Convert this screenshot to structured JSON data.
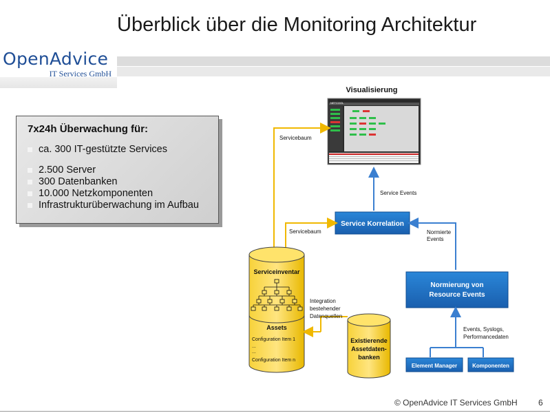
{
  "title": "Überblick über die Monitoring Architektur",
  "logo": {
    "main": "OpenAdvice",
    "sub": "IT Services GmbH"
  },
  "summary": {
    "heading": "7x24h Überwachung für:",
    "items": [
      "ca. 300 IT-gestützte Services",
      "2.500 Server",
      "300 Datenbanken",
      "10.000 Netzkomponenten",
      "Infrastrukturüberwachung im Aufbau"
    ]
  },
  "diagram": {
    "visualisierung": "Visualisierung",
    "screen_brand": "NETCOOL",
    "servicebaum_top": "Servicebaum",
    "service_events": "Service Events",
    "service_korrelation": "Service Korrelation",
    "servicebaum_mid": "Servicebaum",
    "normierte_events": [
      "Normierte",
      "Events"
    ],
    "normierung": [
      "Normierung von",
      "Resource Events"
    ],
    "events_label": [
      "Events, Syslogs,",
      "Performancedaten"
    ],
    "element_manager": "Element Manager",
    "komponenten": "Komponenten",
    "serviceinventar": "Serviceinventar",
    "assets": "Assets",
    "config_items": [
      "Configuration Item 1",
      "...",
      "...",
      "Configuration Item n"
    ],
    "integration": [
      "Integration",
      "bestehender",
      "Datenquellen"
    ],
    "existierende": [
      "Existierende",
      "Assetdaten-",
      "banken"
    ]
  },
  "colors": {
    "blue": "#1f6fbf",
    "yellow": "#f5c400",
    "arrow": "#3a7fd0"
  },
  "footer": {
    "copyright": "© OpenAdvice IT Services GmbH",
    "page": "6"
  }
}
